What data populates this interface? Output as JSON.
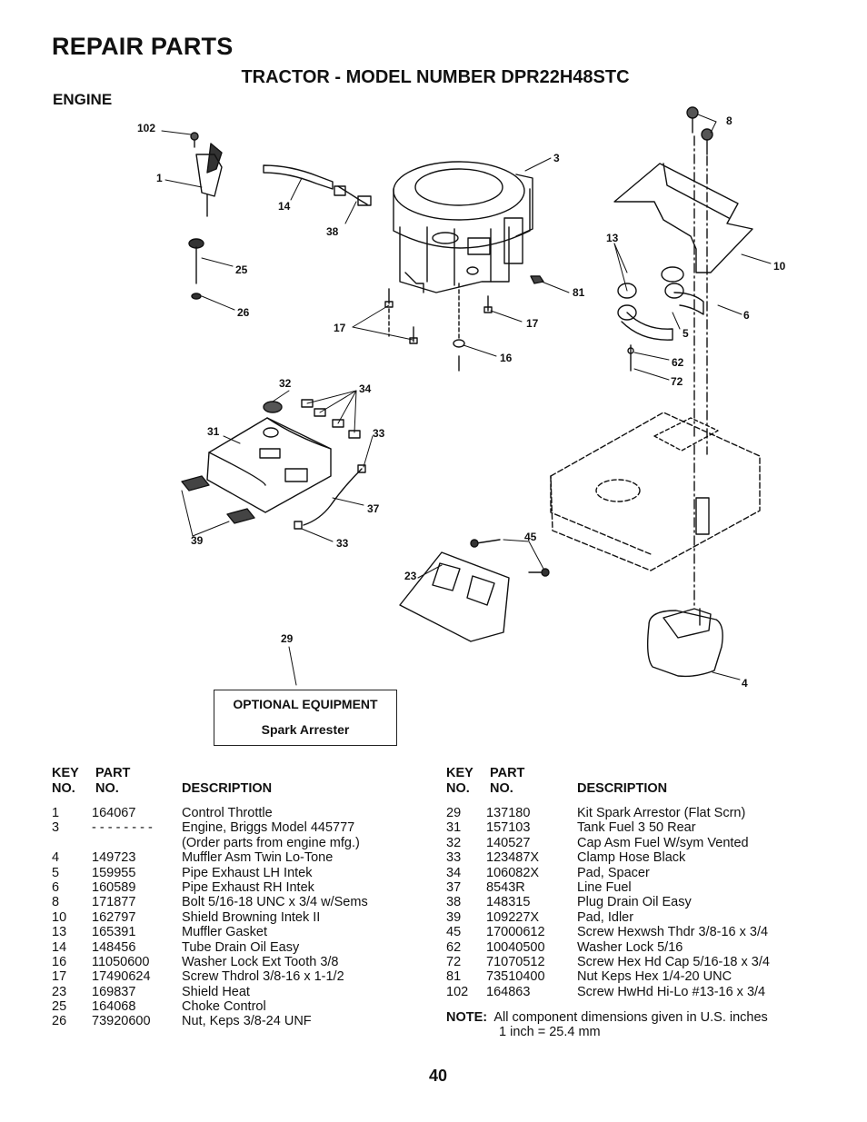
{
  "header": {
    "title": "REPAIR PARTS",
    "subtitle": "TRACTOR  -  MODEL  NUMBER  DPR22H48STC",
    "section": "ENGINE"
  },
  "callouts": [
    "102",
    "1",
    "14",
    "38",
    "3",
    "8",
    "13",
    "10",
    "25",
    "26",
    "81",
    "17",
    "17",
    "16",
    "5",
    "6",
    "62",
    "72",
    "32",
    "34",
    "31",
    "33",
    "37",
    "39",
    "33",
    "45",
    "23",
    "29",
    "4"
  ],
  "optional_equipment": {
    "heading": "OPTIONAL EQUIPMENT",
    "item": "Spark Arrester"
  },
  "table_headers": {
    "key_line1": "KEY",
    "key_line2": "NO.",
    "part_line1": "PART",
    "part_line2": "NO.",
    "description": "DESCRIPTION"
  },
  "parts_left": [
    {
      "key": "1",
      "part": "164067",
      "desc": "Control Throttle"
    },
    {
      "key": "3",
      "part": "- - - - - - - -",
      "desc": "Engine, Briggs Model 445777"
    },
    {
      "key": "",
      "part": "",
      "desc": "(Order  parts from engine mfg.)"
    },
    {
      "key": "4",
      "part": "149723",
      "desc": "Muffler Asm Twin Lo-Tone"
    },
    {
      "key": "5",
      "part": "159955",
      "desc": "Pipe Exhaust LH Intek"
    },
    {
      "key": "6",
      "part": "160589",
      "desc": "Pipe Exhaust RH Intek"
    },
    {
      "key": "8",
      "part": "171877",
      "desc": "Bolt 5/16-18 UNC x 3/4 w/Sems"
    },
    {
      "key": "10",
      "part": "162797",
      "desc": "Shield Browning Intek II"
    },
    {
      "key": "13",
      "part": "165391",
      "desc": "Muffler Gasket"
    },
    {
      "key": "14",
      "part": "148456",
      "desc": "Tube Drain Oil Easy"
    },
    {
      "key": "16",
      "part": "11050600",
      "desc": "Washer Lock Ext Tooth 3/8"
    },
    {
      "key": "17",
      "part": "17490624",
      "desc": "Screw Thdrol 3/8-16 x 1-1/2"
    },
    {
      "key": "23",
      "part": "169837",
      "desc": "Shield Heat"
    },
    {
      "key": "25",
      "part": "164068",
      "desc": "Choke Control"
    },
    {
      "key": "26",
      "part": "73920600",
      "desc": "Nut, Keps 3/8-24 UNF"
    }
  ],
  "parts_right": [
    {
      "key": "29",
      "part": "137180",
      "desc": "Kit Spark Arrestor (Flat Scrn)"
    },
    {
      "key": "31",
      "part": "157103",
      "desc": "Tank Fuel 3 50 Rear"
    },
    {
      "key": "32",
      "part": "140527",
      "desc": "Cap Asm Fuel W/sym Vented"
    },
    {
      "key": "33",
      "part": "123487X",
      "desc": "Clamp Hose Black"
    },
    {
      "key": "34",
      "part": "106082X",
      "desc": "Pad, Spacer"
    },
    {
      "key": "37",
      "part": "8543R",
      "desc": "Line Fuel"
    },
    {
      "key": "38",
      "part": "148315",
      "desc": "Plug Drain Oil Easy"
    },
    {
      "key": "39",
      "part": "109227X",
      "desc": "Pad, Idler"
    },
    {
      "key": "45",
      "part": "17000612",
      "desc": "Screw Hexwsh Thdr 3/8-16 x 3/4"
    },
    {
      "key": "62",
      "part": "10040500",
      "desc": "Washer Lock  5/16"
    },
    {
      "key": "72",
      "part": "71070512",
      "desc": "Screw Hex Hd Cap  5/16-18 x 3/4"
    },
    {
      "key": "81",
      "part": "73510400",
      "desc": "Nut Keps Hex 1/4-20 UNC"
    },
    {
      "key": "102",
      "part": "164863",
      "desc": "Screw HwHd Hi-Lo #13-16 x 3/4"
    }
  ],
  "note": {
    "label": "NOTE:",
    "line1": "All component dimensions given in U.S. inches",
    "line2": "1 inch = 25.4 mm"
  },
  "page_number": "40"
}
